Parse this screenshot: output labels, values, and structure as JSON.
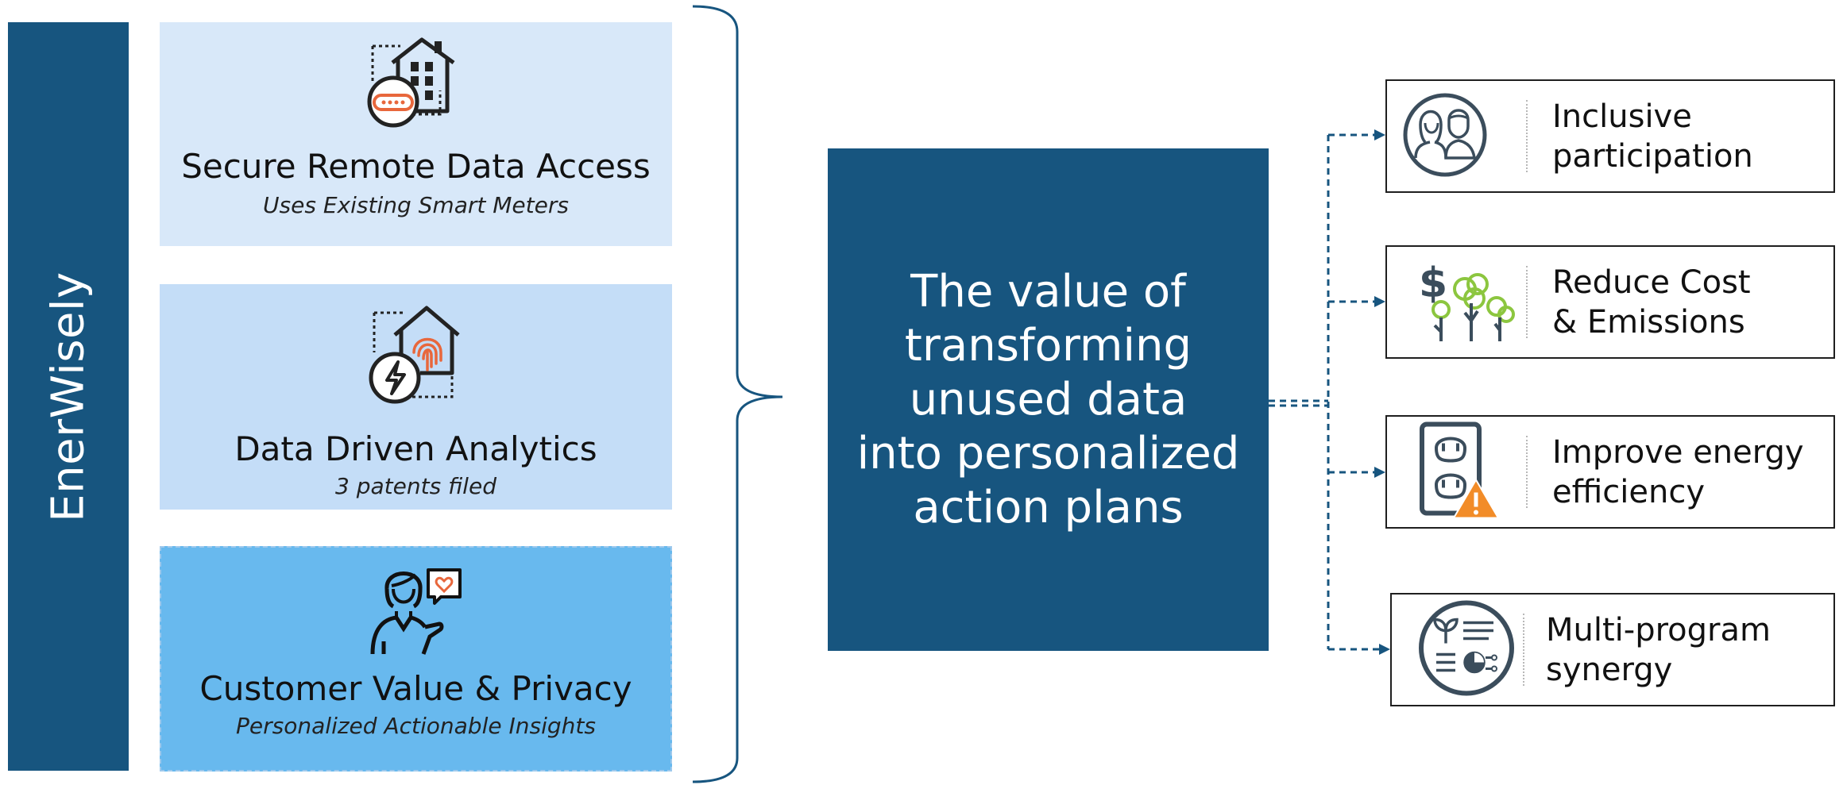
{
  "brand": {
    "name": "EnerWisely"
  },
  "features": [
    {
      "title": "Secure Remote Data Access",
      "subtitle": "Uses Existing Smart Meters",
      "icon": "smart-meter-house-icon"
    },
    {
      "title": "Data Driven Analytics",
      "subtitle": "3 patents filed",
      "icon": "fingerprint-house-icon"
    },
    {
      "title": "Customer Value & Privacy",
      "subtitle": "Personalized Actionable Insights",
      "icon": "customer-heart-icon"
    }
  ],
  "value": {
    "text": "The value of\ntransforming\nunused data\ninto personalized\naction plans"
  },
  "outcomes": [
    {
      "label": "Inclusive\nparticipation",
      "icon": "people-icon"
    },
    {
      "label": "Reduce Cost\n& Emissions",
      "icon": "dollar-trees-icon"
    },
    {
      "label": "Improve energy\nefficiency",
      "icon": "outlet-warning-icon"
    },
    {
      "label": "Multi-program\nsynergy",
      "icon": "program-list-icon"
    }
  ],
  "colors": {
    "brand_blue": "#17557f",
    "panel_light": "#d8e8f9",
    "panel_mid": "#c4ddf7",
    "panel_bright": "#68b9ee",
    "accent_orange": "#e8673c",
    "tree_green": "#8cc63f"
  }
}
